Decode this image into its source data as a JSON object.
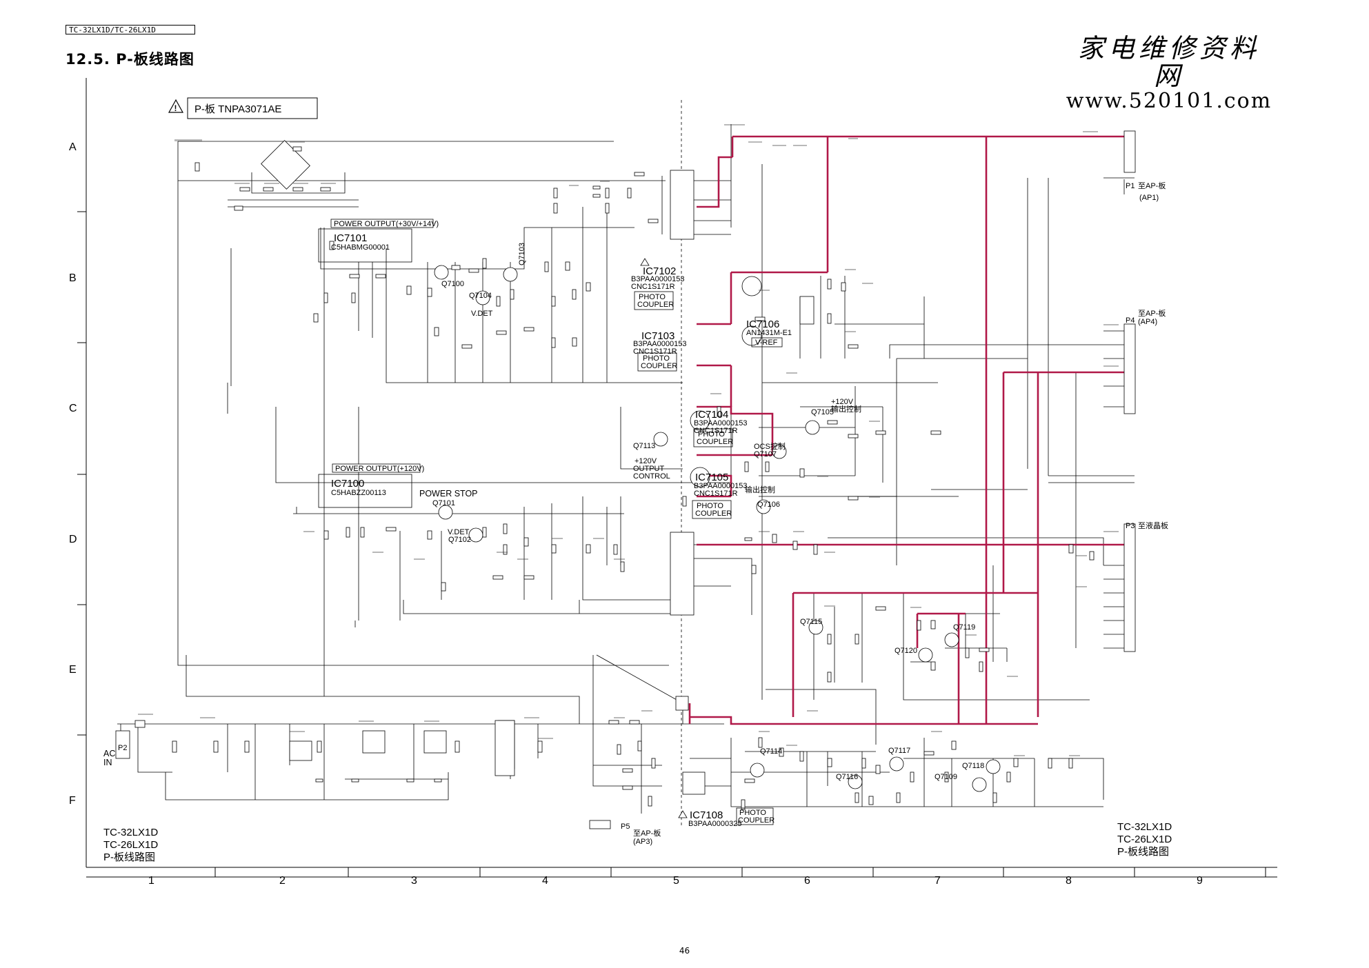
{
  "header": {
    "model_tab": "TC-32LX1D/TC-26LX1D",
    "section_title": "12.5. P-板线路图"
  },
  "watermark": {
    "line1": "家电维修资料网",
    "line2": "www.520101.com"
  },
  "board_label": "P-板 TNPA3071AE",
  "grid": {
    "rows": [
      "A",
      "B",
      "C",
      "D",
      "E",
      "F"
    ],
    "cols": [
      "1",
      "2",
      "3",
      "4",
      "5",
      "6",
      "7",
      "8",
      "9"
    ]
  },
  "footer_left": {
    "line1": "TC-32LX1D",
    "line2": "TC-26LX1D",
    "line3": "P-板线路图"
  },
  "footer_right": {
    "line1": "TC-32LX1D",
    "line2": "TC-26LX1D",
    "line3": "P-板线路图"
  },
  "page_number": "46",
  "blocks": {
    "power_output_30v": "POWER OUTPUT(+30V/+14V)",
    "ic7101_name": "IC7101",
    "ic7101_part": "C5HABMG00001",
    "power_output_120v": "POWER OUTPUT(+120V)",
    "ic7100_name": "IC7100",
    "ic7100_part": "C5HABZZ00113",
    "power_stop": "POWER STOP",
    "ic7102_name": "IC7102",
    "ic7102_part": "B3PAA0000153",
    "ic7102_part2": "CNC1S171R",
    "ic7103_name": "IC7103",
    "ic7103_part": "B3PAA0000153",
    "ic7103_part2": "CNC1S171R",
    "ic7104_name": "IC7104",
    "ic7104_part": "B3PAA0000153",
    "ic7104_part2": "CNC1S171R",
    "ic7105_name": "IC7105",
    "ic7105_part": "B3PAA0000153",
    "ic7105_part2": "CNC1S171R",
    "ic7106_name": "IC7106",
    "ic7106_part": "AN1431M-E1",
    "ic7106_vref": "V-REF",
    "ic7108_name": "IC7108",
    "ic7108_part": "B3PAA0000325",
    "photo": "PHOTO",
    "coupler": "COUPLER",
    "q7100": "Q7100",
    "q7101": "Q7101",
    "q7102": "Q7102",
    "q7104": "Q7104",
    "q7103": "Q7103",
    "q7105": "Q7105",
    "q7105_ctrl": "输出控制",
    "q7106": "Q7106",
    "q7106_ctrl": "输出控制",
    "q7107": "Q7107",
    "ocs_ctrl": "OCS控制",
    "q7113": "Q7113",
    "q7114": "Q7114",
    "q7115": "Q7115",
    "q7116": "Q7116",
    "q7117": "Q7117",
    "q7118": "Q7118",
    "q7119": "Q7119",
    "q7109": "Q7109",
    "q7120": "Q7120",
    "vdet": "V.DET",
    "plus120v": "+120V",
    "output": "OUTPUT",
    "control": "CONTROL",
    "ac_in_line1": "AC",
    "ac_in_line2": "IN",
    "p1": "P1",
    "p1_label": "至AP-板",
    "p1_ref": "(AP1)",
    "p2": "P2",
    "p3": "P3",
    "p3_label": "至液晶板",
    "p4": "P4",
    "p4_label": "至AP-板",
    "p4_ref": "(AP4)",
    "p5": "P5",
    "p5_label": "至AP-板",
    "p5_ref": "(AP3)"
  }
}
